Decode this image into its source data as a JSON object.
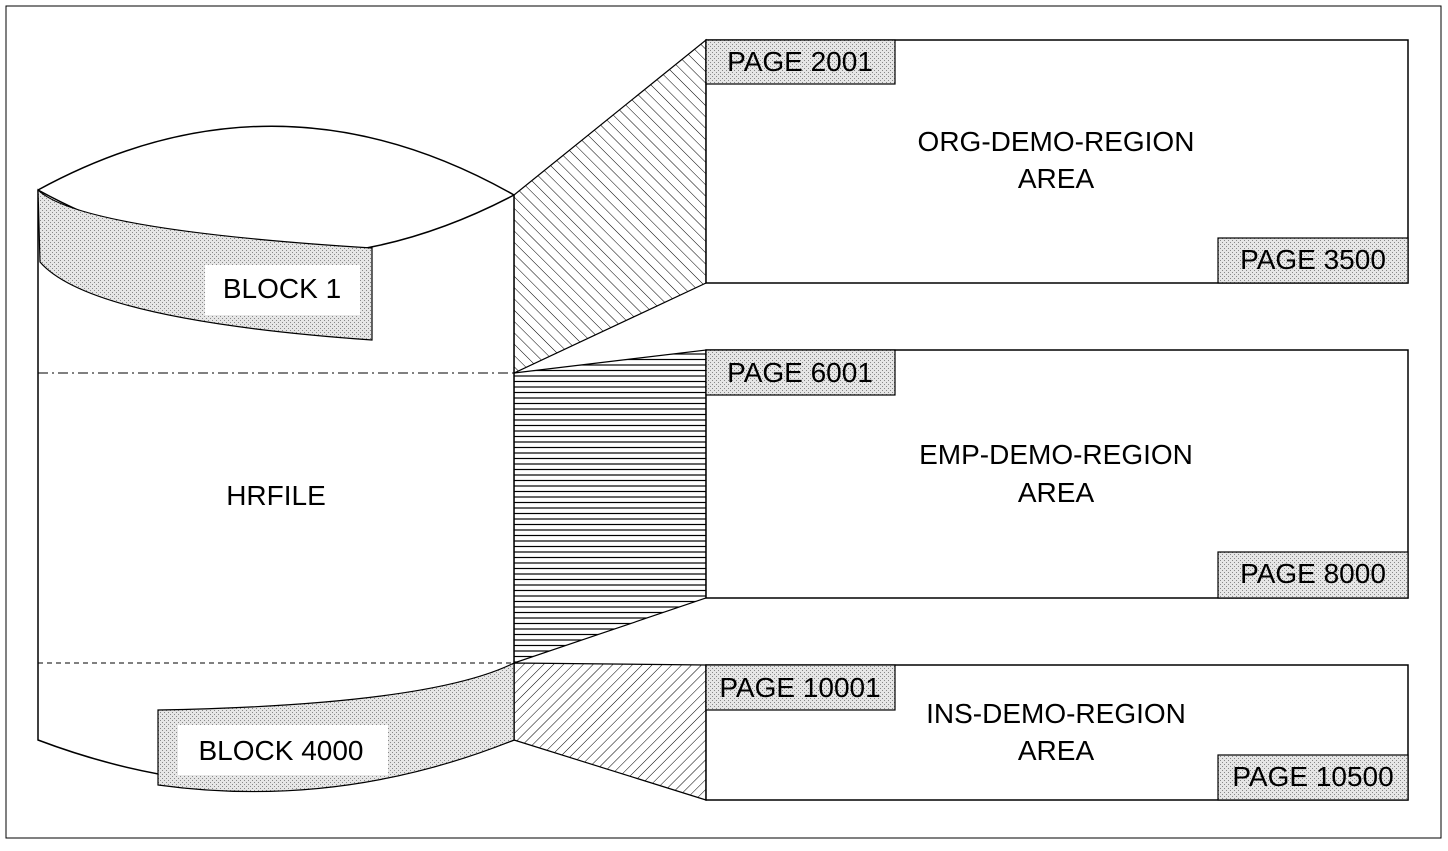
{
  "file": {
    "name": "HRFILE"
  },
  "blocks": {
    "top_label": "BLOCK 1",
    "bottom_label": "BLOCK 4000"
  },
  "areas": [
    {
      "name_line1": "ORG-DEMO-REGION",
      "name_line2": "AREA",
      "start_page": "PAGE 2001",
      "end_page": "PAGE 3500",
      "hatch": "diagonal-forward"
    },
    {
      "name_line1": "EMP-DEMO-REGION",
      "name_line2": "AREA",
      "start_page": "PAGE 6001",
      "end_page": "PAGE 8000",
      "hatch": "horizontal"
    },
    {
      "name_line1": "INS-DEMO-REGION",
      "name_line2": "AREA",
      "start_page": "PAGE 10001",
      "end_page": "PAGE 10500",
      "hatch": "diagonal-back"
    }
  ],
  "colors": {
    "stroke": "#000000",
    "label_fill": "#e8e8e8",
    "background": "#ffffff"
  }
}
